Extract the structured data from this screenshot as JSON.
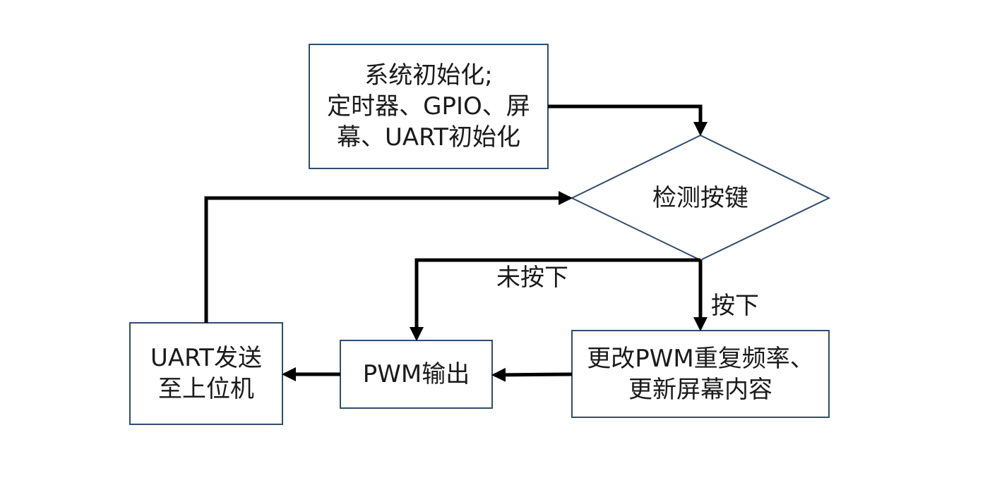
{
  "colors": {
    "node_border": "#2f4d6e",
    "arrow": "#000000",
    "text": "#1a1a1a",
    "background": "#ffffff"
  },
  "nodes": {
    "init": {
      "lines": [
        "系统初始化;",
        "定时器、GPIO、屏",
        "幕、UART初始化"
      ]
    },
    "detect": {
      "lines": [
        "检测按键"
      ]
    },
    "update": {
      "lines": [
        "更改PWM重复频率、",
        "更新屏幕内容"
      ]
    },
    "pwm": {
      "lines": [
        "PWM输出"
      ]
    },
    "uart": {
      "lines": [
        "UART发送",
        "至上位机"
      ]
    }
  },
  "edge_labels": {
    "not_pressed": "未按下",
    "pressed": "按下"
  }
}
